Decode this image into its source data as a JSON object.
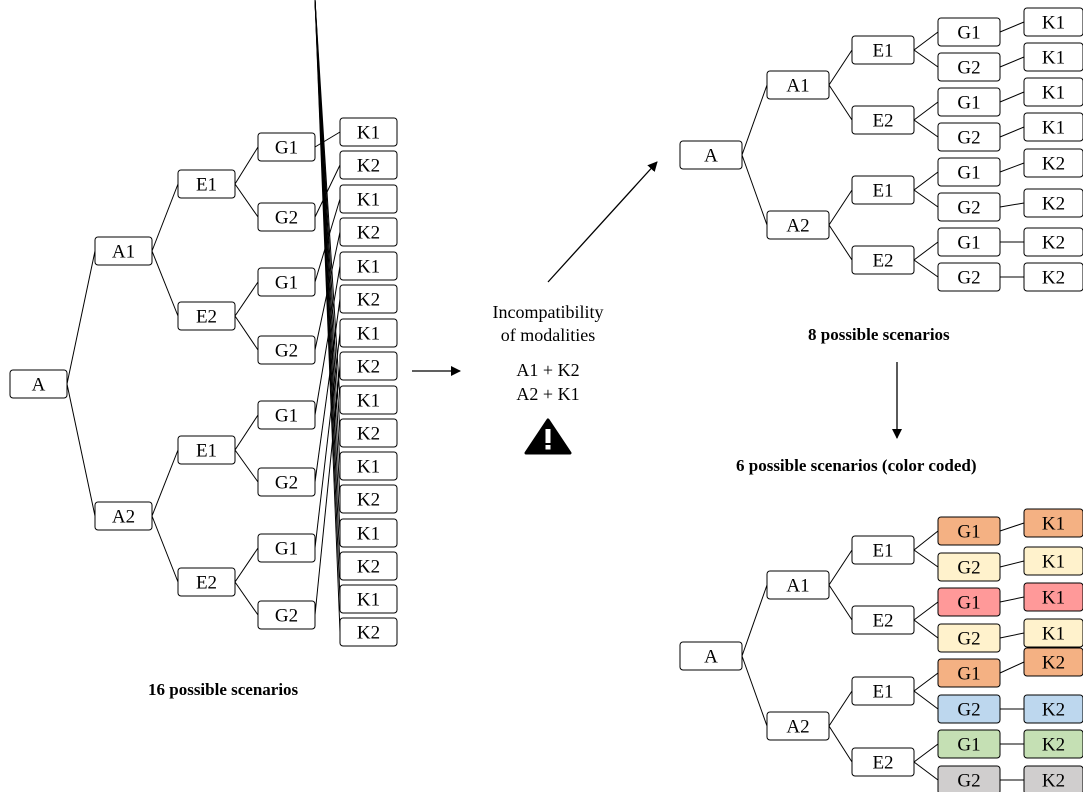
{
  "captions": {
    "left": "16 possible scenarios",
    "top_right": "8 possible scenarios",
    "bottom_right": "6 possible scenarios (color coded)"
  },
  "note": {
    "lines": [
      "Incompatibility",
      "of modalities",
      "A1 + K2",
      "A2 + K1"
    ],
    "icon": "warning-icon"
  },
  "colors": {
    "orange": "#F4B183",
    "cream": "#FFF2CC",
    "red": "#FF9999",
    "blue": "#BDD7EE",
    "green": "#C5E0B4",
    "gray": "#D0CECE",
    "white": "#FFFFFF"
  },
  "trees": {
    "tree16": {
      "root": "A",
      "level1": [
        "A1",
        "A2"
      ],
      "level2": [
        "E1",
        "E2",
        "E1",
        "E2"
      ],
      "level3": [
        "G1",
        "G2",
        "G1",
        "G2",
        "G1",
        "G2",
        "G1",
        "G2"
      ],
      "level4": [
        "K1",
        "K2",
        "K1",
        "K2",
        "K1",
        "K2",
        "K1",
        "K2",
        "K1",
        "K2",
        "K1",
        "K2",
        "K1",
        "K2",
        "K1",
        "K2"
      ]
    },
    "tree8": {
      "root": "A",
      "level1": [
        "A1",
        "A2"
      ],
      "level2": [
        "E1",
        "E2",
        "E1",
        "E2"
      ],
      "level3": [
        "G1",
        "G2",
        "G1",
        "G2",
        "G1",
        "G2",
        "G1",
        "G2"
      ],
      "level4": [
        "K1",
        "K1",
        "K1",
        "K1",
        "K2",
        "K2",
        "K2",
        "K2"
      ]
    },
    "tree6": {
      "root": "A",
      "level1": [
        "A1",
        "A2"
      ],
      "level2": [
        "E1",
        "E2",
        "E1",
        "E2"
      ],
      "level3": [
        "G1",
        "G2",
        "G1",
        "G2",
        "G1",
        "G2",
        "G1",
        "G2"
      ],
      "level4": [
        "K1",
        "K1",
        "K1",
        "K1",
        "K2",
        "K2",
        "K2",
        "K2"
      ],
      "level3_colors": [
        "orange",
        "cream",
        "red",
        "cream",
        "orange",
        "blue",
        "green",
        "gray"
      ],
      "level4_colors": [
        "orange",
        "cream",
        "red",
        "cream",
        "orange",
        "blue",
        "green",
        "gray"
      ]
    }
  }
}
